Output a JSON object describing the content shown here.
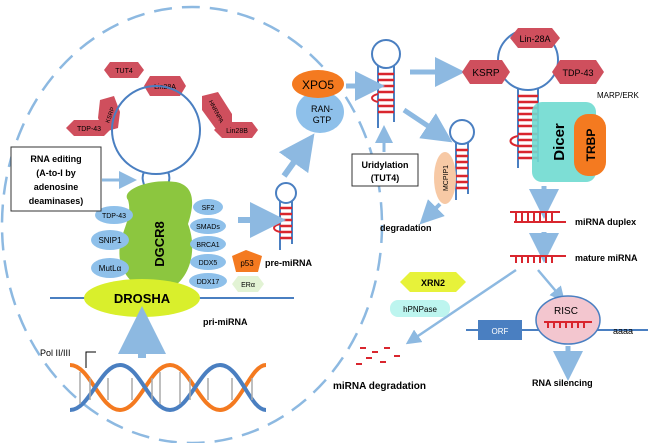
{
  "colors": {
    "arrow": "#8db9e1",
    "stem_red": "#d9262e",
    "loop_blue": "#4a7fc1",
    "hex_red": "#cf4f5d",
    "drosha_green": "#c8e22c",
    "dgcr8_green": "#8cc63f",
    "oval_blue": "#8ec0ea",
    "xpo5_orange": "#f47a20",
    "dicer_teal": "#6fdad0",
    "trbp_orange": "#f47a20",
    "mcpip1_peach": "#f7c9a5",
    "xrn2_yellow": "#e7f23a",
    "risc_pink": "#f3c6cf",
    "p53_orange": "#f47a20"
  },
  "nucleus": {
    "rna_editing": [
      "RNA editing",
      "(A-to-I by",
      "adenosine",
      "deaminases)"
    ],
    "hexagons": [
      "TUT4",
      "Lin28A",
      "KSRP",
      "HNRNPA1",
      "TDP-43",
      "Lin28B"
    ],
    "dgcr8": "DGCR8",
    "drosha": "DROSHA",
    "left_ovals": [
      "TDP-43",
      "SNIP1",
      "MutLα"
    ],
    "right_ovals": [
      "SF2",
      "SMADs",
      "BRCA1",
      "DDX5",
      "DDX17"
    ],
    "p53": "p53",
    "er": "ERα",
    "pri_mirna": "pri-miRNA",
    "pol": "Pol II/III",
    "pre_mirna": "pre-miRNA"
  },
  "export": {
    "xpo5": "XPO5",
    "ran_gtp": [
      "RAN-",
      "GTP"
    ]
  },
  "cytoplasm": {
    "uridylation": [
      "Uridylation",
      "(TUT4)"
    ],
    "mcpip1": "MCPIP1",
    "degradation": "degradation",
    "lin28a": "Lin-28A",
    "ksrp": "KSRP",
    "tdp43": "TDP-43",
    "marp": "MARP/ERK",
    "dicer": "Dicer",
    "trbp": "TRBP",
    "mirna_duplex": "miRNA duplex",
    "mature_mirna": "mature miRNA",
    "xrn2": "XRN2",
    "hpnpase": "hPNPase",
    "mirna_degradation": "miRNA degradation",
    "risc": "RISC",
    "orf": "ORF",
    "aaaa": "aaaa",
    "rna_silencing": "RNA silencing"
  }
}
